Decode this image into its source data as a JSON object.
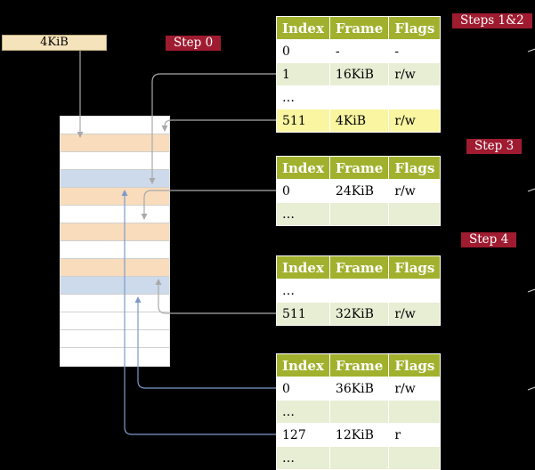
{
  "palette": {
    "canvas_bg": "#000000",
    "step_label_bg": "#9f1b30",
    "step_label_text": "#ffffff",
    "table_header_bg": "#a1b12e",
    "table_header_text": "#ffffff",
    "table_row_bg": "#ffffff",
    "table_row_alt_bg": "#e7eed4",
    "table_row_highlight_bg": "#f9f5a1",
    "table_grid": "#ffffff",
    "memory_page_table_bg": "#f8dcbc",
    "memory_mapped_page_bg": "#ccdaec",
    "memory_empty_bg": "#ffffff",
    "cr3_box_bg": "#f5e3bb",
    "arrow_gray": "#a9a9a9",
    "arrow_blue": "#7d9bc9"
  },
  "cr3_box": {
    "label": "4KiB"
  },
  "step_labels": [
    {
      "id": "step0",
      "text": "Step 0"
    },
    {
      "id": "steps12",
      "text": "Steps 1&2"
    },
    {
      "id": "step3",
      "text": "Step 3"
    },
    {
      "id": "step4",
      "text": "Step 4"
    }
  ],
  "memory_column": {
    "rows": [
      {
        "kind": "empty"
      },
      {
        "kind": "page-table"
      },
      {
        "kind": "empty"
      },
      {
        "kind": "mapped-page"
      },
      {
        "kind": "page-table"
      },
      {
        "kind": "empty"
      },
      {
        "kind": "page-table"
      },
      {
        "kind": "empty"
      },
      {
        "kind": "page-table"
      },
      {
        "kind": "mapped-page"
      },
      {
        "kind": "empty"
      },
      {
        "kind": "empty"
      },
      {
        "kind": "empty"
      },
      {
        "kind": "empty"
      }
    ]
  },
  "tables": [
    {
      "name": "page-table-steps-1-2",
      "headers": [
        "Index",
        "Frame",
        "Flags"
      ],
      "rows": [
        {
          "cells": [
            "0",
            "-",
            "-"
          ],
          "style": "plain"
        },
        {
          "cells": [
            "1",
            "16KiB",
            "r/w"
          ],
          "style": "alt"
        },
        {
          "cells": [
            "…",
            "",
            ""
          ],
          "style": "plain"
        },
        {
          "cells": [
            "511",
            "4KiB",
            "r/w"
          ],
          "style": "highlight"
        }
      ]
    },
    {
      "name": "page-table-step-3",
      "headers": [
        "Index",
        "Frame",
        "Flags"
      ],
      "rows": [
        {
          "cells": [
            "0",
            "24KiB",
            "r/w"
          ],
          "style": "plain"
        },
        {
          "cells": [
            "…",
            "",
            ""
          ],
          "style": "alt"
        }
      ]
    },
    {
      "name": "page-table-step-4",
      "headers": [
        "Index",
        "Frame",
        "Flags"
      ],
      "rows": [
        {
          "cells": [
            "…",
            "",
            ""
          ],
          "style": "plain"
        },
        {
          "cells": [
            "511",
            "32KiB",
            "r/w"
          ],
          "style": "alt"
        }
      ]
    },
    {
      "name": "page-table-level-1",
      "headers": [
        "Index",
        "Frame",
        "Flags"
      ],
      "rows": [
        {
          "cells": [
            "0",
            "36KiB",
            "r/w"
          ],
          "style": "plain"
        },
        {
          "cells": [
            "…",
            "",
            ""
          ],
          "style": "alt"
        },
        {
          "cells": [
            "127",
            "12KiB",
            "r"
          ],
          "style": "plain"
        },
        {
          "cells": [
            "…",
            "",
            ""
          ],
          "style": "alt"
        }
      ]
    }
  ]
}
